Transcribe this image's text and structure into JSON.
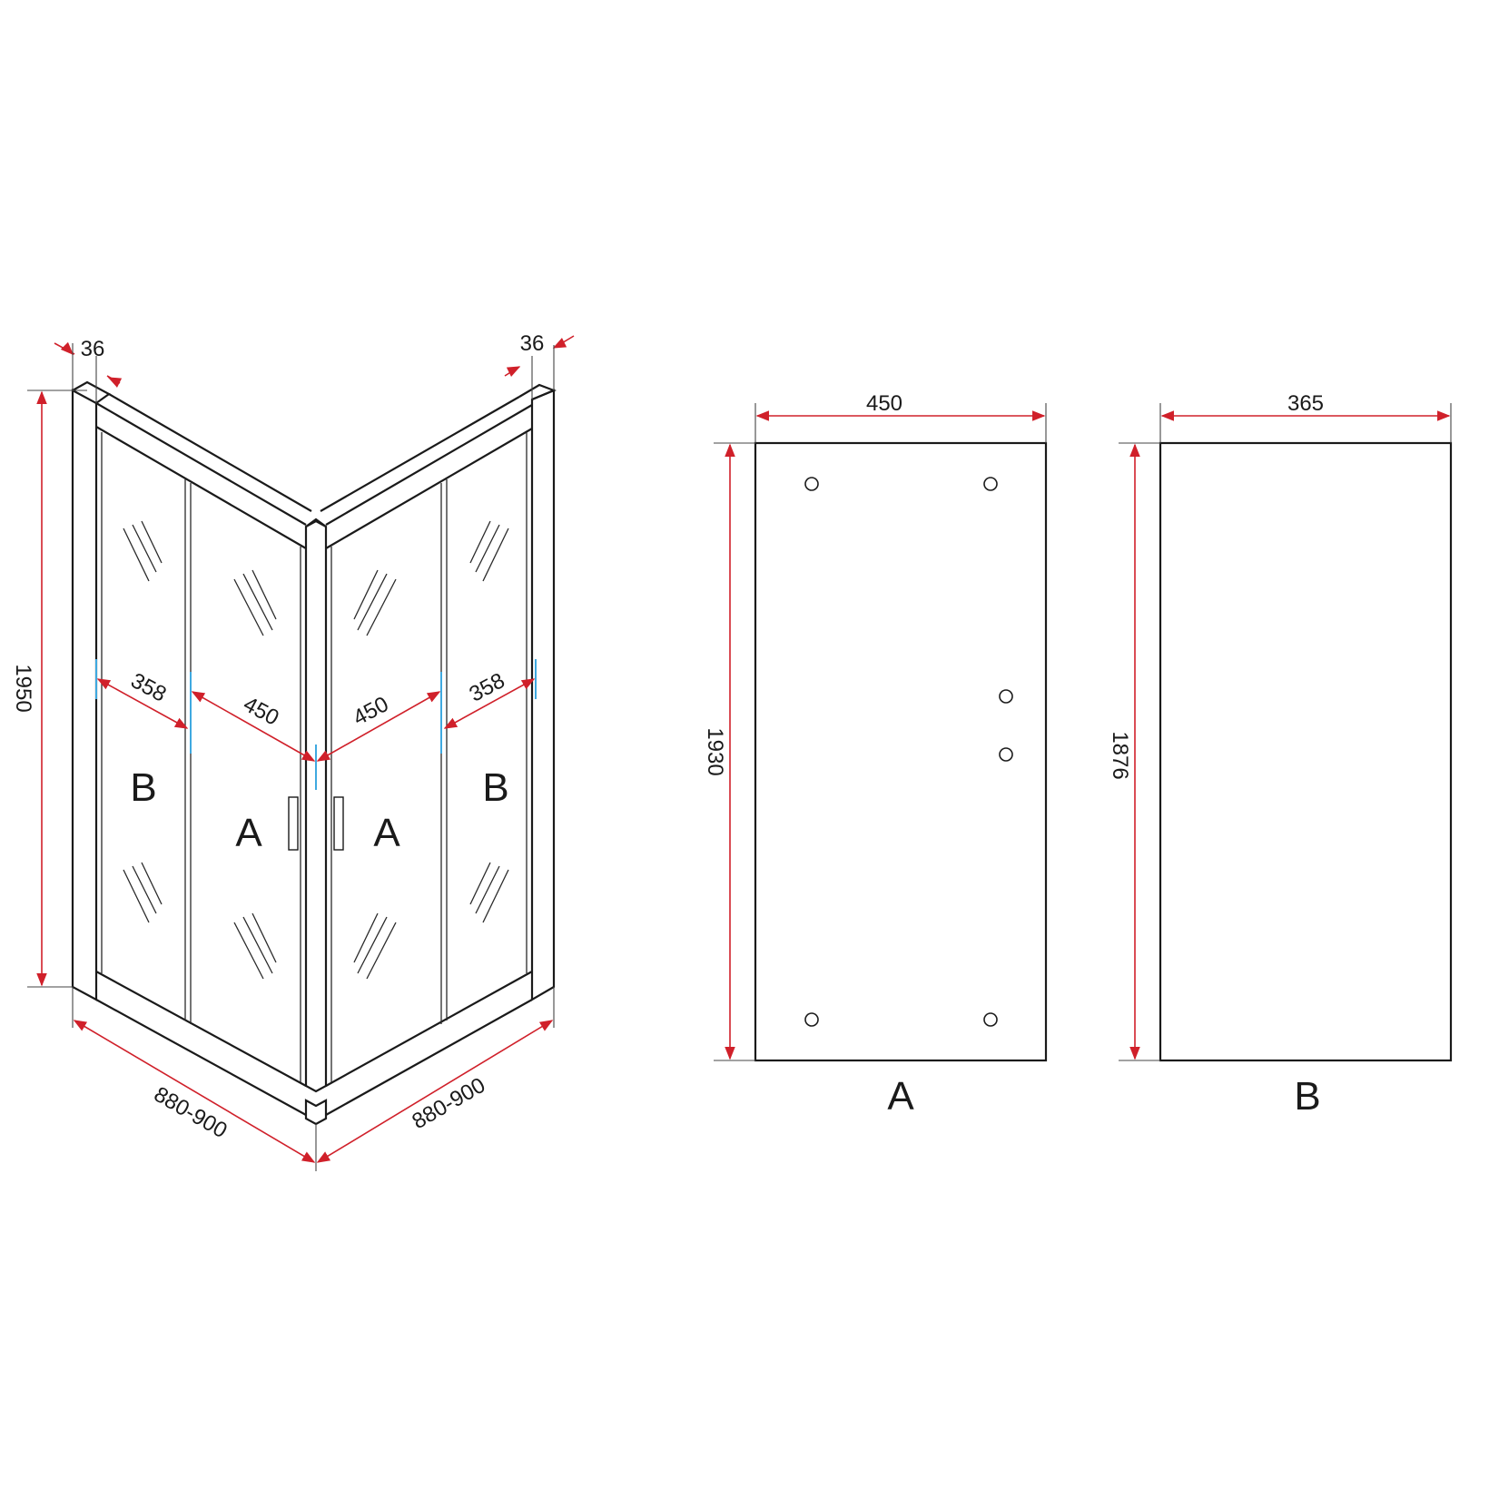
{
  "enclosure": {
    "profile_left": "36",
    "profile_right": "36",
    "height": "1950",
    "left_fixed": "358",
    "left_door": "450",
    "right_door": "450",
    "right_fixed": "358",
    "base_left": "880-900",
    "base_right": "880-900",
    "panel_b_left": "B",
    "panel_a_left": "A",
    "panel_a_right": "A",
    "panel_b_right": "B"
  },
  "panel_a": {
    "width": "450",
    "height": "1930",
    "label": "A"
  },
  "panel_b": {
    "width": "365",
    "height": "1876",
    "label": "B"
  },
  "colors": {
    "dimension": "#d0202a",
    "outline": "#1a1a1a",
    "accent": "#3fa9e0"
  }
}
